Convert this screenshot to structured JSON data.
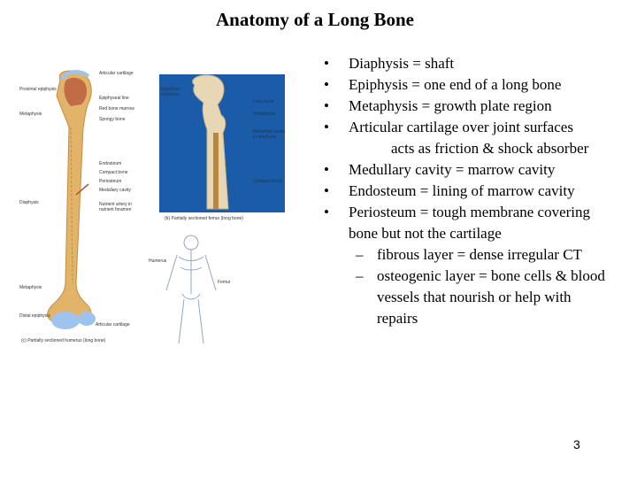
{
  "slide": {
    "title": "Anatomy of a Long Bone",
    "page_number": "3"
  },
  "bullets": [
    {
      "text": "Diaphysis = shaft"
    },
    {
      "text": "Epiphysis = one end of a long bone"
    },
    {
      "text": "Metaphysis = growth plate region"
    },
    {
      "text_a": "Articular cartilage over joint surfaces",
      "text_b": "acts as friction & shock absorber"
    },
    {
      "text": "Medullary cavity = marrow cavity"
    },
    {
      "text": "Endosteum = lining of marrow cavity"
    },
    {
      "text": "Periosteum = tough membrane covering bone but not the cartilage",
      "sub": [
        {
          "text": "fibrous layer = dense irregular CT"
        },
        {
          "text": "osteogenic layer = bone cells & blood vessels that nourish or help with repairs"
        }
      ]
    }
  ],
  "figure": {
    "left_labels": {
      "proximal_epiphysis": "Proximal epiphysis",
      "metaphysis_top": "Metaphysis",
      "diaphysis": "Diaphysis",
      "metaphysis_bottom": "Metaphysis",
      "distal_epiphysis": "Distal epiphysis"
    },
    "right_labels": {
      "articular_cartilage": "Articular cartilage",
      "epiphyseal_line": "Epiphyseal line",
      "red_bone_marrow": "Red bone marrow",
      "spongy_bone": "Spongy bone",
      "endosteum": "Endosteum",
      "compact_bone": "Compact bone",
      "periosteum": "Periosteum",
      "medullary_cavity": "Medullary cavity",
      "nutrient_artery": "Nutrient artery in",
      "nutrient_foramen": "nutrient foramen",
      "articular_cartilage_bottom": "Articular cartilage"
    },
    "photo_labels": {
      "epiphysis": "Epiphysis",
      "epiphyseal_plate": "epiphysis",
      "long_bone": "Long bone",
      "metaphysis": "Metaphysis",
      "medullary_cavity": "Medullary cavity",
      "in_diaphysis": "in diaphysis",
      "compact_bone": "Compact bone"
    },
    "captions": {
      "photo": "(b) Partially sectioned femur (long bone)",
      "humerus": "(c) Partially sectioned humerus (long bone)"
    },
    "skeleton_labels": {
      "humerus": "Humerus",
      "femur": "Femur"
    }
  },
  "colors": {
    "bone": "#e2b46a",
    "bone_dark": "#c88a3c",
    "cartilage": "#9ec3ee",
    "marrow": "#b5543c",
    "photo_bg": "#1a5ca8"
  }
}
